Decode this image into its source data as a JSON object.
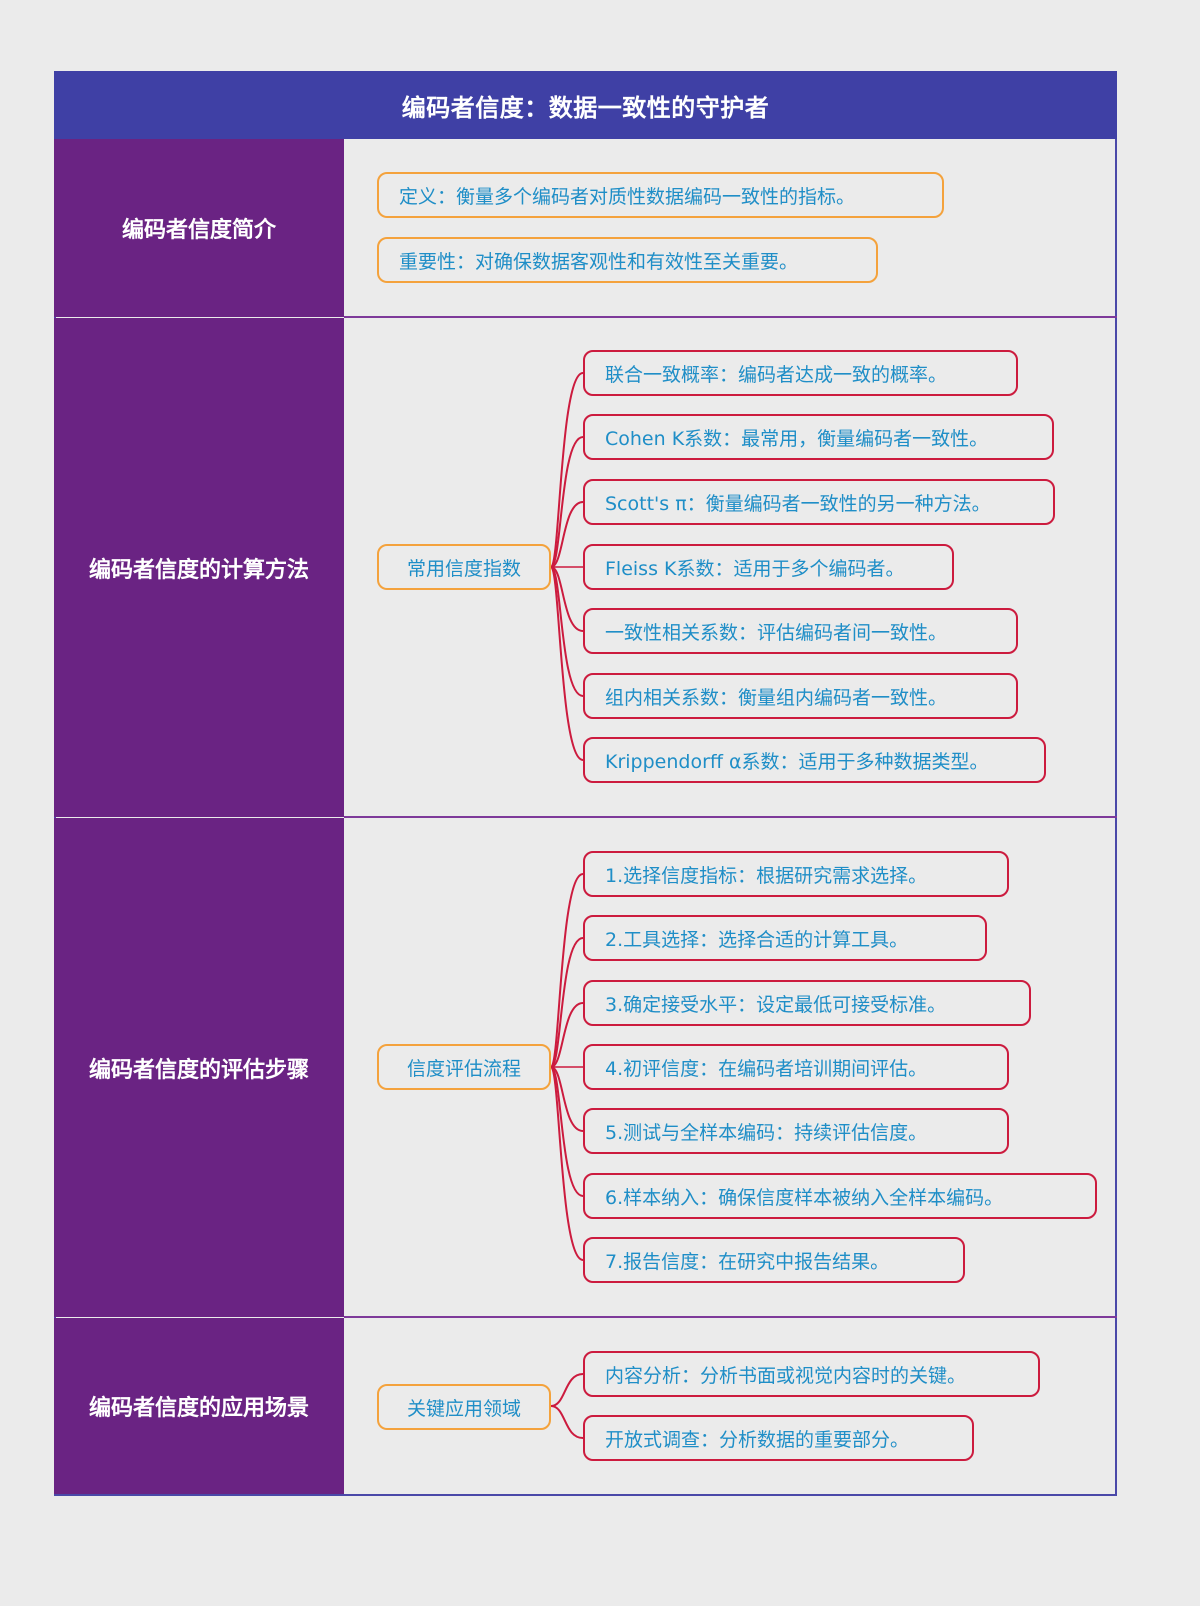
{
  "title": "编码者信度：数据一致性的守护者",
  "colors": {
    "header_bg": "#3f40a5",
    "label_bg": "#6a2383",
    "hub_border": "#f4a23c",
    "leaf_border": "#cc1b3e",
    "text": "#1f8ec7"
  },
  "sections": [
    {
      "label": "编码者信度简介",
      "items": [
        "定义：衡量多个编码者对质性数据编码一致性的指标。",
        "重要性：对确保数据客观性和有效性至关重要。"
      ]
    },
    {
      "label": "编码者信度的计算方法",
      "hub": "常用信度指数",
      "items": [
        "联合一致概率：编码者达成一致的概率。",
        "Cohen K系数：最常用，衡量编码者一致性。",
        "Scott's π：衡量编码者一致性的另一种方法。",
        "Fleiss K系数：适用于多个编码者。",
        "一致性相关系数：评估编码者间一致性。",
        "组内相关系数：衡量组内编码者一致性。",
        "Krippendorff α系数：适用于多种数据类型。"
      ]
    },
    {
      "label": "编码者信度的评估步骤",
      "hub": "信度评估流程",
      "items": [
        "1.选择信度指标：根据研究需求选择。",
        "2.工具选择：选择合适的计算工具。",
        "3.确定接受水平：设定最低可接受标准。",
        "4.初评信度：在编码者培训期间评估。",
        "5.测试与全样本编码：持续评估信度。",
        "6.样本纳入：确保信度样本被纳入全样本编码。",
        "7.报告信度：在研究中报告结果。"
      ]
    },
    {
      "label": "编码者信度的应用场景",
      "hub": "关键应用领域",
      "items": [
        "内容分析：分析书面或视觉内容时的关键。",
        "开放式调查：分析数据的重要部分。"
      ]
    }
  ]
}
